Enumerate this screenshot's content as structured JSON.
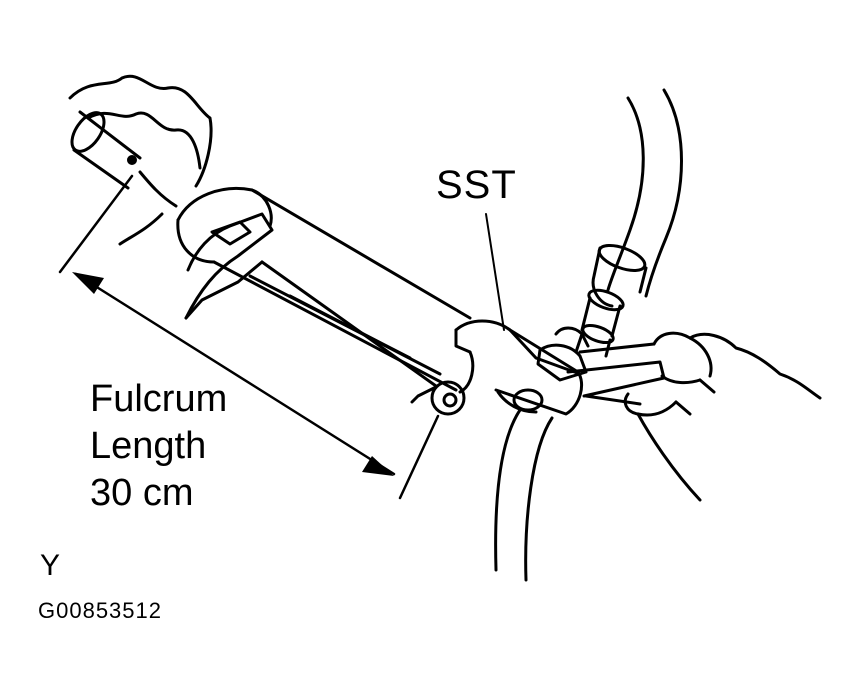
{
  "labels": {
    "tool": "SST",
    "dimension_line1": "Fulcrum",
    "dimension_line2": "Length",
    "dimension_line3": "30 cm",
    "view_mark": "Y",
    "figure_code": "G00853512"
  },
  "colors": {
    "background": "#ffffff",
    "ink": "#000000"
  }
}
